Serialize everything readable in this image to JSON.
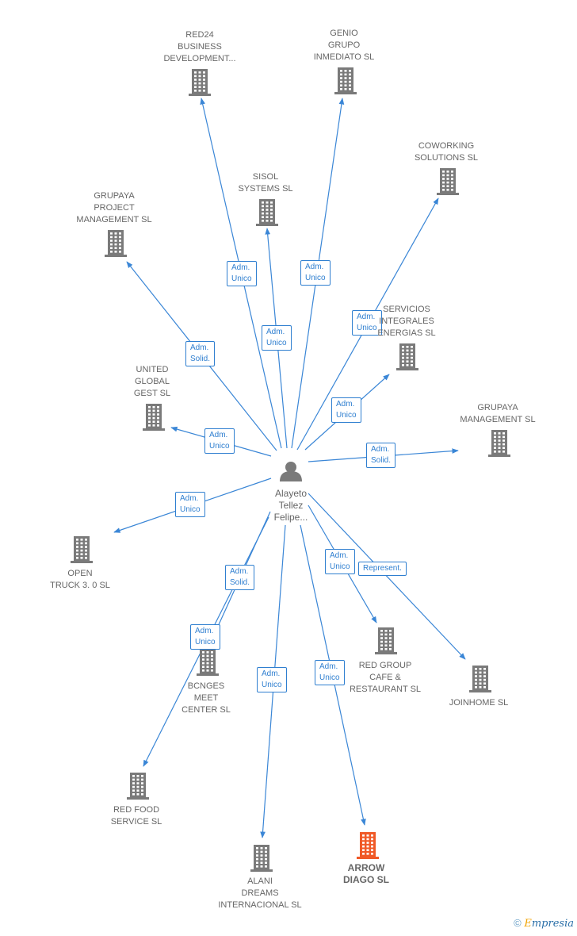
{
  "colors": {
    "edge": "#3a86d6",
    "building": "#7a7a7a",
    "building_highlight": "#f05a28"
  },
  "center": {
    "name": "Alayeto\nTellez\nFelipe..."
  },
  "nodes": [
    {
      "id": "red24",
      "label": "RED24\nBUSINESS\nDEVELOPMENT...",
      "highlight": false
    },
    {
      "id": "genio",
      "label": "GENIO\nGRUPO\nINMEDIATO  SL",
      "highlight": false
    },
    {
      "id": "coworking",
      "label": "COWORKING\nSOLUTIONS SL",
      "highlight": false
    },
    {
      "id": "sisol",
      "label": "SISOL\nSYSTEMS SL",
      "highlight": false
    },
    {
      "id": "grupaya_pm",
      "label": "GRUPAYA\nPROJECT\nMANAGEMENT SL",
      "highlight": false
    },
    {
      "id": "servicios",
      "label": "SERVICIOS\nINTEGRALES\nENERGIAS SL",
      "highlight": false
    },
    {
      "id": "united",
      "label": "UNITED\nGLOBAL\nGEST SL",
      "highlight": false
    },
    {
      "id": "grupaya_m",
      "label": "GRUPAYA\nMANAGEMENT SL",
      "highlight": false
    },
    {
      "id": "open",
      "label": "OPEN\nTRUCK 3. 0  SL",
      "highlight": false
    },
    {
      "id": "bcnges",
      "label": "BCNGES\nMEET\nCENTER  SL",
      "highlight": false
    },
    {
      "id": "redgroup",
      "label": "RED GROUP\nCAFE &\nRESTAURANT SL",
      "highlight": false
    },
    {
      "id": "joinhome",
      "label": "JOINHOME  SL",
      "highlight": false
    },
    {
      "id": "redfood",
      "label": "RED FOOD\nSERVICE SL",
      "highlight": false
    },
    {
      "id": "alani",
      "label": "ALANI\nDREAMS\nINTERNACIONAL SL",
      "highlight": false
    },
    {
      "id": "arrow",
      "label": "ARROW\nDIAGO  SL",
      "highlight": true
    }
  ],
  "edges": [
    {
      "to": "red24",
      "label": "Adm.\nUnico"
    },
    {
      "to": "genio",
      "label": "Adm.\nUnico"
    },
    {
      "to": "coworking",
      "label": "Adm.\nUnico"
    },
    {
      "to": "sisol",
      "label": "Adm.\nUnico"
    },
    {
      "to": "grupaya_pm",
      "label": "Adm.\nSolid."
    },
    {
      "to": "servicios",
      "label": "Adm.\nUnico"
    },
    {
      "to": "united",
      "label": "Adm.\nUnico"
    },
    {
      "to": "grupaya_m",
      "label": "Adm.\nSolid."
    },
    {
      "to": "open",
      "label": "Adm.\nUnico"
    },
    {
      "to": "bcnges",
      "label": "Adm.\nSolid."
    },
    {
      "to": "redfood",
      "label": "Adm.\nUnico"
    },
    {
      "to": "redgroup",
      "label": "Adm.\nUnico"
    },
    {
      "to": "joinhome",
      "label": "Represent."
    },
    {
      "to": "alani",
      "label": "Adm.\nUnico"
    },
    {
      "to": "arrow",
      "label": "Adm.\nUnico"
    }
  ],
  "footer": {
    "copyright": "©",
    "brand_initial": "E",
    "brand_rest": "mpresia"
  }
}
